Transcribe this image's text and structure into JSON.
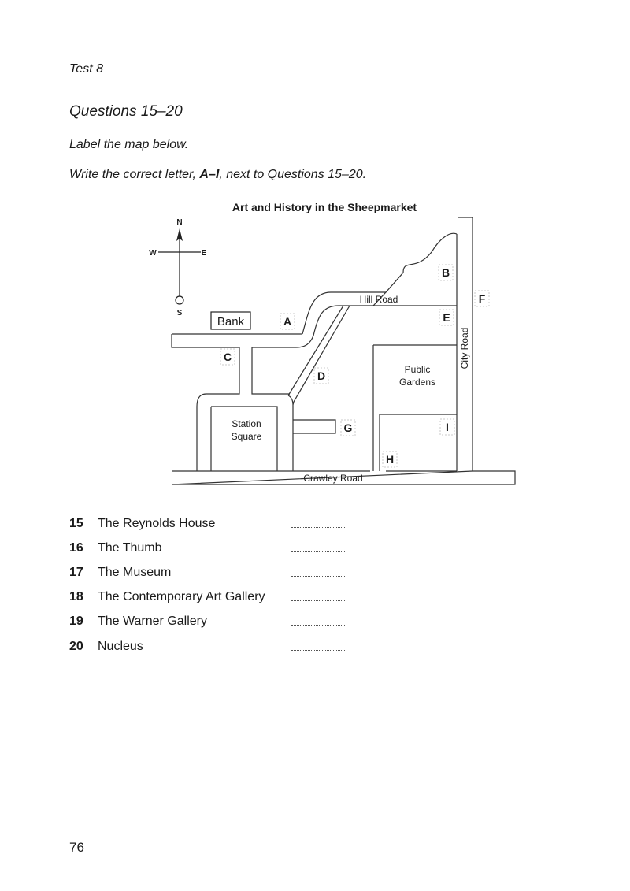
{
  "header": {
    "test_label": "Test 8"
  },
  "section": {
    "title": "Questions 15–20",
    "instruction_1": "Label the map below.",
    "instruction_2_pre": "Write the correct letter, ",
    "instruction_2_bold": "A–I",
    "instruction_2_post": ", next to Questions 15–20."
  },
  "map": {
    "title": "Art and History in the Sheepmarket",
    "compass": {
      "n": "N",
      "s": "S",
      "e": "E",
      "w": "W"
    },
    "places": {
      "bank": "Bank",
      "public_gardens_1": "Public",
      "public_gardens_2": "Gardens",
      "station_square_1": "Station",
      "station_square_2": "Square"
    },
    "roads": {
      "hill_road": "Hill Road",
      "city_road": "City Road",
      "crawley_road": "Crawley Road"
    },
    "letters": {
      "a": "A",
      "b": "B",
      "c": "C",
      "d": "D",
      "e": "E",
      "f": "F",
      "g": "G",
      "h": "H",
      "i": "I"
    }
  },
  "questions": [
    {
      "number": "15",
      "label": "The Reynolds House"
    },
    {
      "number": "16",
      "label": "The Thumb"
    },
    {
      "number": "17",
      "label": "The Museum"
    },
    {
      "number": "18",
      "label": "The Contemporary Art Gallery"
    },
    {
      "number": "19",
      "label": "The Warner Gallery"
    },
    {
      "number": "20",
      "label": "Nucleus"
    }
  ],
  "footer": {
    "page_number": "76"
  }
}
